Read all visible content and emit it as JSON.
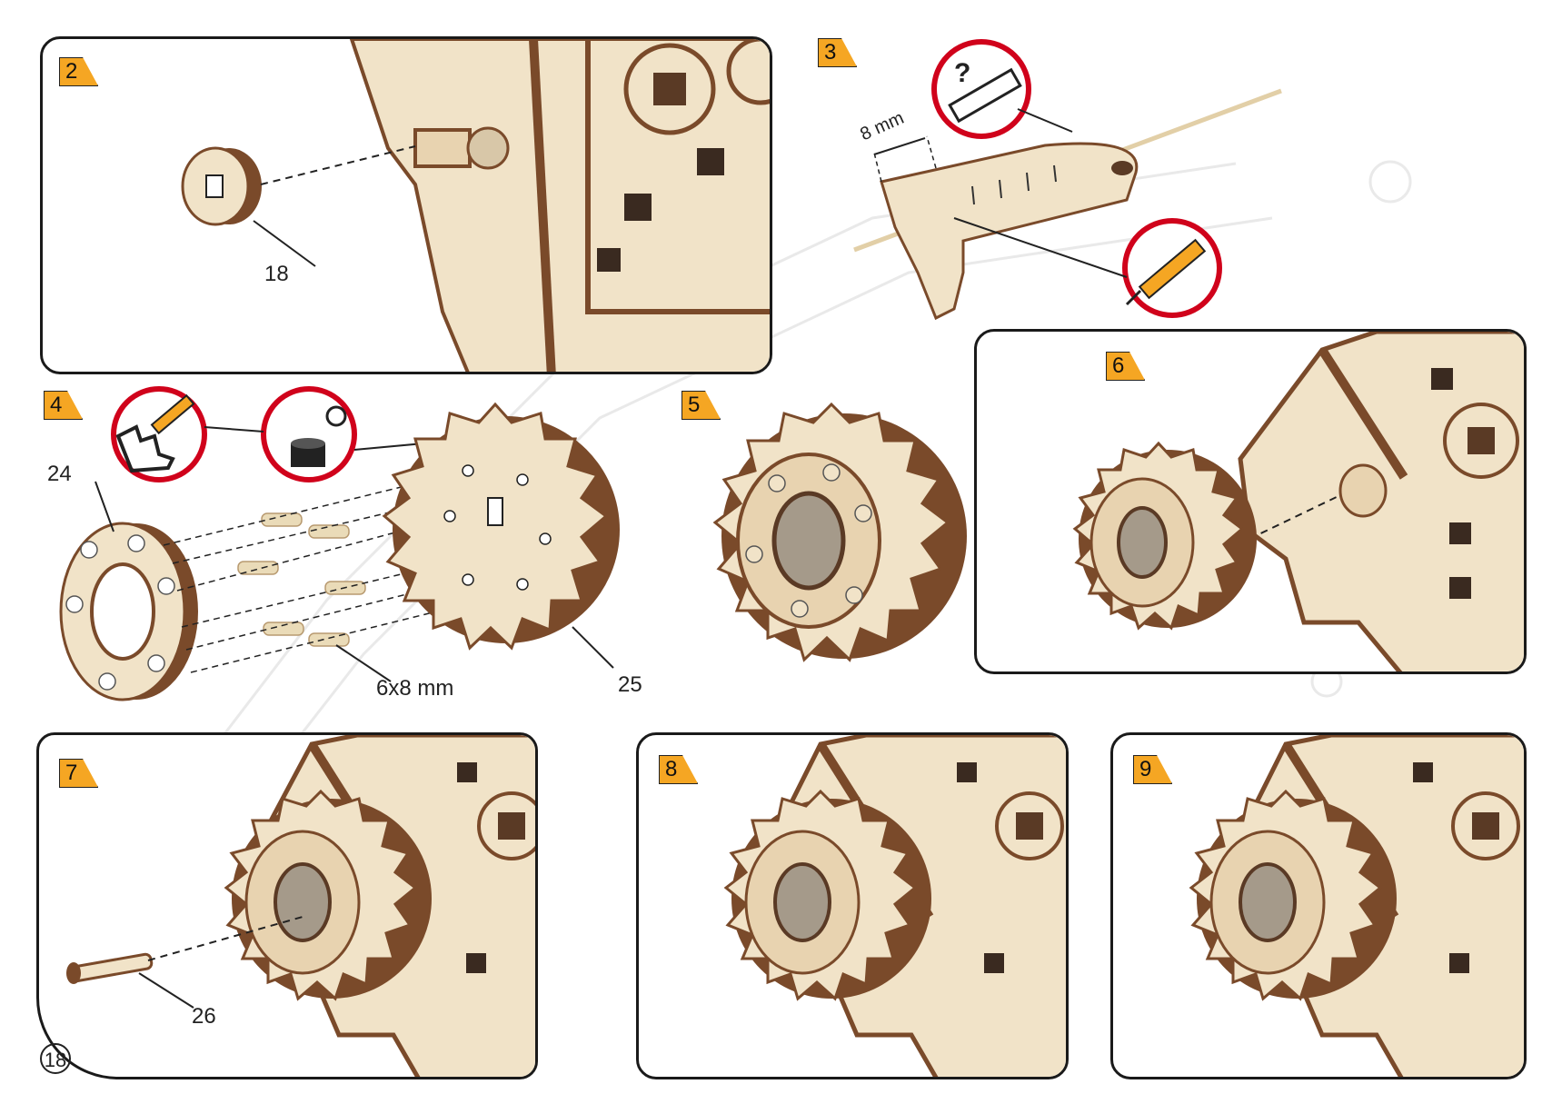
{
  "page": {
    "number": "18"
  },
  "colors": {
    "step_badge": "#f5a623",
    "tool_circle": "#d0021b",
    "wood_light": "#f1e3c8",
    "wood_dark": "#7a4a2a"
  },
  "steps": {
    "s2": {
      "badge": "2",
      "labels": {
        "part18": "18"
      }
    },
    "s3": {
      "badge": "3",
      "labels": {
        "measure": "8 mm"
      },
      "icons": [
        "ruler-question-icon",
        "knife-icon"
      ]
    },
    "s4": {
      "badge": "4",
      "labels": {
        "part24": "24",
        "part25": "25",
        "pin": "6x8 mm"
      },
      "icons": [
        "knife-gear-icon",
        "glue-gear-icon"
      ]
    },
    "s5": {
      "badge": "5"
    },
    "s6": {
      "badge": "6"
    },
    "s7": {
      "badge": "7",
      "labels": {
        "part26": "26"
      }
    },
    "s8": {
      "badge": "8"
    },
    "s9": {
      "badge": "9"
    }
  }
}
